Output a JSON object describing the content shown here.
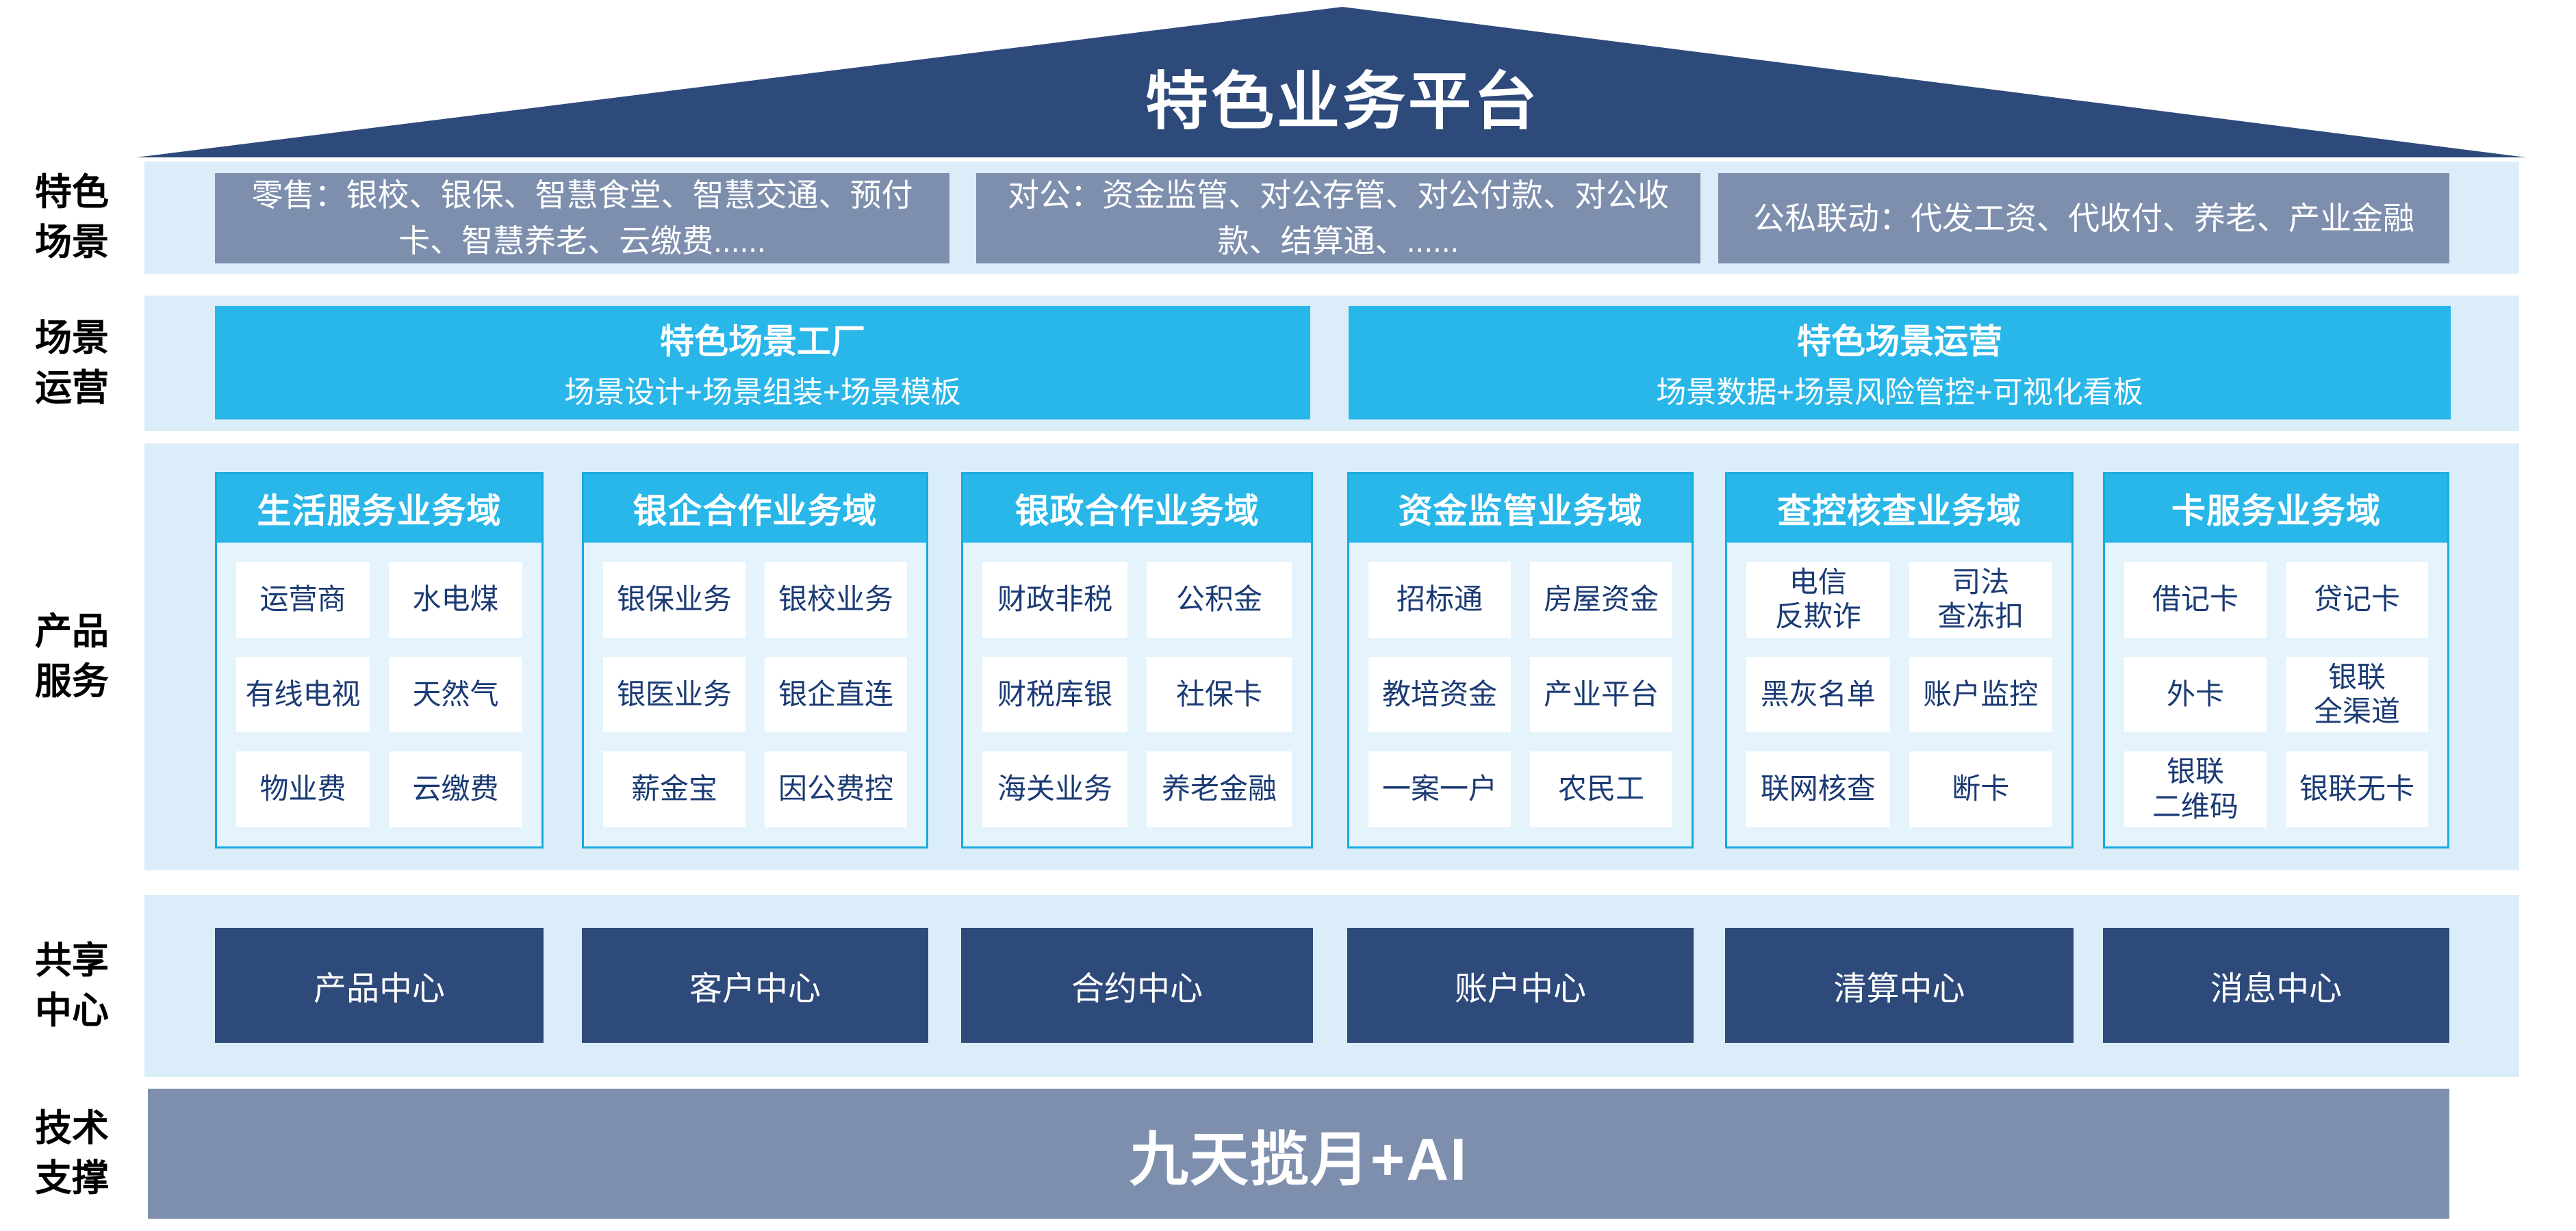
{
  "roof": {
    "title": "特色业务平台"
  },
  "labels": {
    "scenes": "特色\n场景",
    "operation": "场景\n运营",
    "products": "产品\n服务",
    "sharing": "共享\n中心",
    "tech": "技术\n支撑"
  },
  "scenes": {
    "retail": "零售：银校、银保、智慧食堂、智慧交通、预付卡、智慧养老、云缴费......",
    "corporate": "对公：资金监管、对公存管、对公付款、对公收款、结算通、......",
    "linkage": "公私联动：代发工资、代收付、养老、产业金融"
  },
  "operation": {
    "factory": {
      "title": "特色场景工厂",
      "subtitle": "场景设计+场景组装+场景模板"
    },
    "ops": {
      "title": "特色场景运营",
      "subtitle": "场景数据+场景风险管控+可视化看板"
    }
  },
  "products": {
    "columns": [
      {
        "header": "生活服务业务域",
        "items": [
          "运营商",
          "水电煤",
          "有线电视",
          "天然气",
          "物业费",
          "云缴费"
        ]
      },
      {
        "header": "银企合作业务域",
        "items": [
          "银保业务",
          "银校业务",
          "银医业务",
          "银企直连",
          "薪金宝",
          "因公费控"
        ]
      },
      {
        "header": "银政合作业务域",
        "items": [
          "财政非税",
          "公积金",
          "财税库银",
          "社保卡",
          "海关业务",
          "养老金融"
        ]
      },
      {
        "header": "资金监管业务域",
        "items": [
          "招标通",
          "房屋资金",
          "教培资金",
          "产业平台",
          "一案一户",
          "农民工"
        ]
      },
      {
        "header": "查控核查业务域",
        "items": [
          "电信\n反欺诈",
          "司法\n查冻扣",
          "黑灰名单",
          "账户监控",
          "联网核查",
          "断卡"
        ]
      },
      {
        "header": "卡服务业务域",
        "items": [
          "借记卡",
          "贷记卡",
          "外卡",
          "银联\n全渠道",
          "银联\n二维码",
          "银联无卡"
        ]
      }
    ]
  },
  "sharing": {
    "centers": [
      "产品中心",
      "客户中心",
      "合约中心",
      "账户中心",
      "清算中心",
      "消息中心"
    ]
  },
  "tech": {
    "platform": "九天揽月+AI"
  },
  "colors": {
    "navy": "#2E4A7B",
    "slate": "#7E8FAE",
    "cyan": "#29B6E9",
    "cyan_border": "#18ABDD",
    "band_bg": "#DBEDF8",
    "column_body_bg": "#E4F3FC",
    "cell_bg": "#FFFFFF",
    "item_text": "#1B3B74"
  }
}
